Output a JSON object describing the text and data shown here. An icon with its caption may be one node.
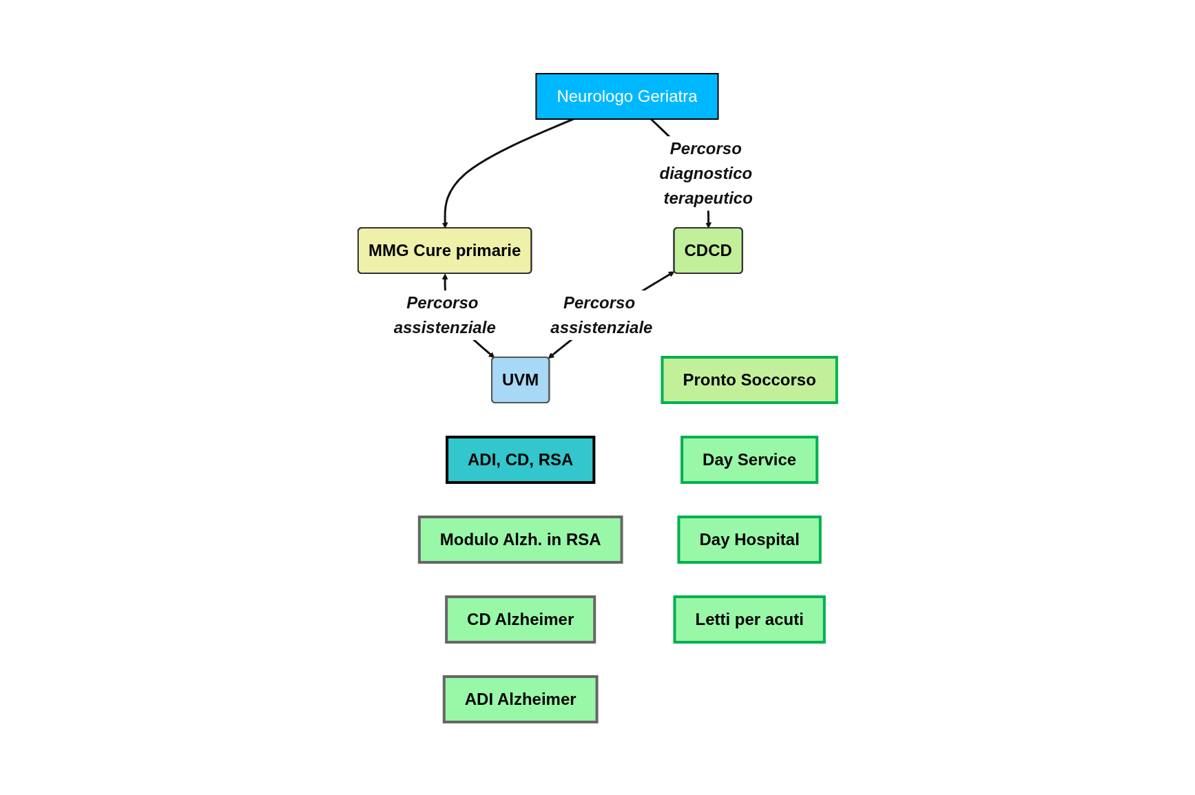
{
  "diagram": {
    "nodes": [
      {
        "text": [
          "MMG Cure primarie"
        ]
      },
      {
        "text": [
          "Neurologo Geriatra"
        ]
      },
      {
        "text": [
          "CDCD"
        ]
      },
      {
        "text": [
          "UVM"
        ]
      },
      {
        "text": [
          "Pronto Soccorso"
        ]
      },
      {
        "text": [
          "Day Service"
        ]
      },
      {
        "text": [
          "Day Hospital"
        ]
      },
      {
        "text": [
          "Letti per acuti"
        ]
      },
      {
        "text": [
          "ADI, CD, RSA"
        ]
      },
      {
        "text": [
          "Modulo Alzh. in RSA"
        ]
      },
      {
        "text": [
          "CD Alzheimer"
        ]
      },
      {
        "text": [
          "ADI Alzheimer"
        ]
      }
    ],
    "edges": [
      {
        "from": 1,
        "to": 0,
        "arrow": "to"
      },
      {
        "from": 1,
        "to": 2,
        "arrow": "to",
        "label": "Percorso diagnostico terapeutico"
      },
      {
        "from": 0,
        "to": 3,
        "arrow": "both",
        "label": "Percorso assistenziale"
      },
      {
        "from": 2,
        "to": 3,
        "arrow": "both",
        "label": "Percorso assistenziale"
      }
    ]
  }
}
